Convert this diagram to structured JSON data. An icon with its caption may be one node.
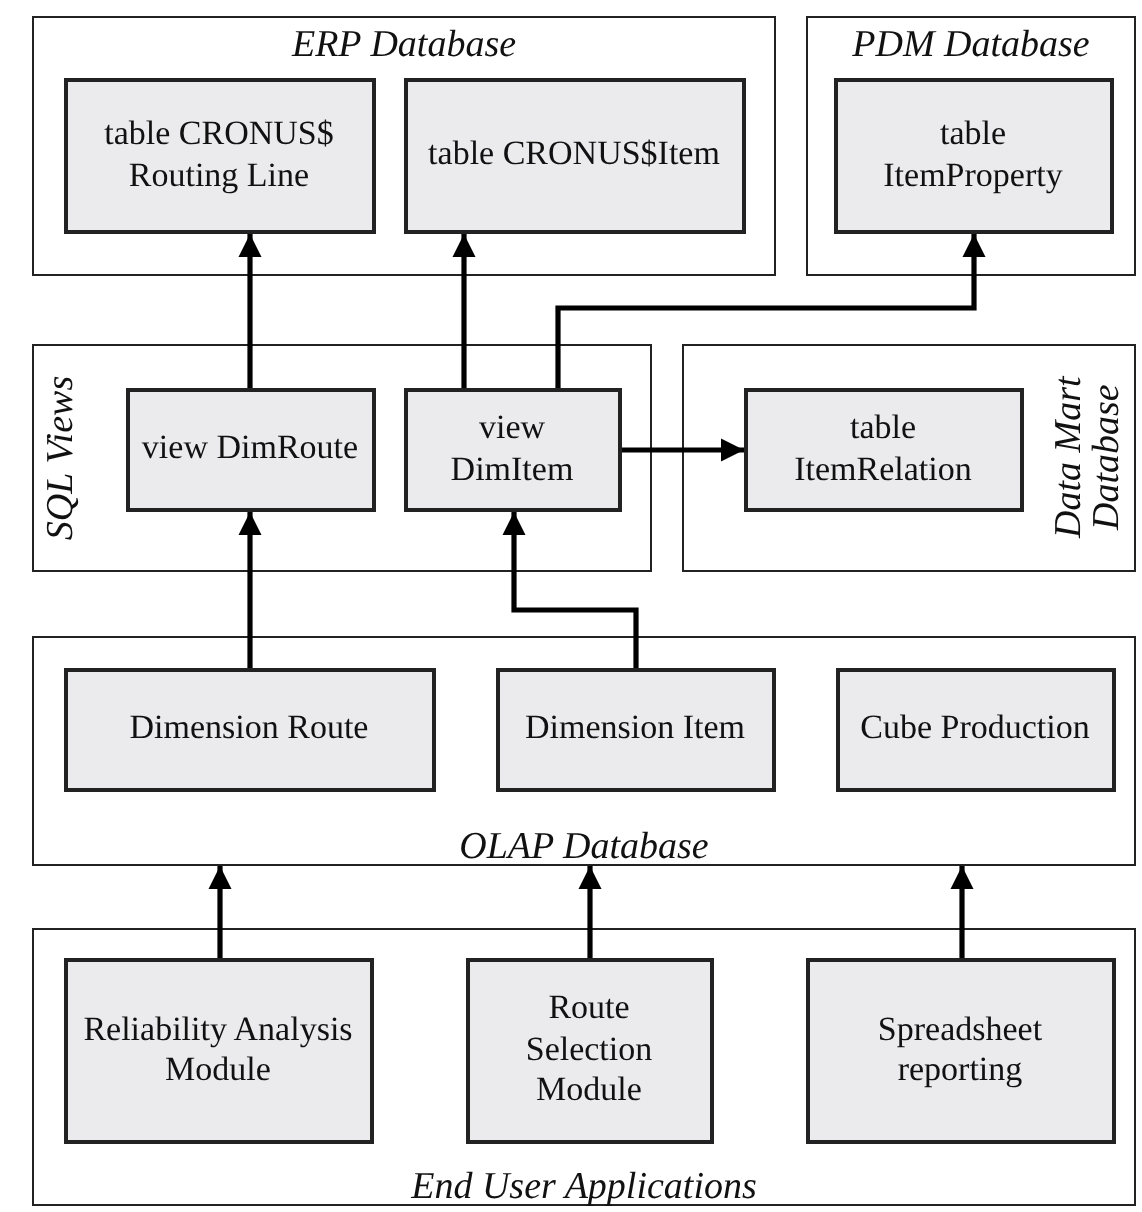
{
  "diagram": {
    "nodes": [
      {
        "text": [
          "ERP Database"
        ]
      },
      {
        "text": [
          "table CRONUS$ Routing Line"
        ],
        "in": 0
      },
      {
        "text": [
          "table CRONUS$Item"
        ],
        "in": 0
      },
      {
        "text": [
          "PDM Database"
        ]
      },
      {
        "text": [
          "table ItemProperty"
        ],
        "in": 3
      },
      {
        "text": [
          "SQL Views"
        ]
      },
      {
        "text": [
          "view DimRoute"
        ],
        "in": 5
      },
      {
        "text": [
          "view DimItem"
        ],
        "in": 5
      },
      {
        "text": [
          "Data Mart Database"
        ]
      },
      {
        "text": [
          "table ItemRelation"
        ],
        "in": 8
      },
      {
        "text": [
          "OLAP Database"
        ]
      },
      {
        "text": [
          "Dimension Route"
        ],
        "in": 10
      },
      {
        "text": [
          "Dimension Item"
        ],
        "in": 10
      },
      {
        "text": [
          "Cube Production"
        ],
        "in": 10
      },
      {
        "text": [
          "End User Applications"
        ]
      },
      {
        "text": [
          "Reliability Analysis Module"
        ],
        "in": 14
      },
      {
        "text": [
          "Route Selection Module"
        ],
        "in": 14
      },
      {
        "text": [
          "Spreadsheet reporting"
        ],
        "in": 14
      }
    ],
    "edges": [
      {
        "from": 11,
        "to": 6,
        "arrow": "to"
      },
      {
        "from": 6,
        "to": 1,
        "arrow": "to"
      },
      {
        "from": 7,
        "to": 2,
        "arrow": "to"
      },
      {
        "from": 7,
        "to": 4,
        "arrow": "to"
      },
      {
        "from": 7,
        "to": 9,
        "arrow": "to"
      },
      {
        "from": 12,
        "to": 7,
        "arrow": "to"
      },
      {
        "from": 15,
        "to": 10,
        "arrow": "to"
      },
      {
        "from": 16,
        "to": 10,
        "arrow": "to"
      },
      {
        "from": 17,
        "to": 10,
        "arrow": "to"
      }
    ]
  }
}
